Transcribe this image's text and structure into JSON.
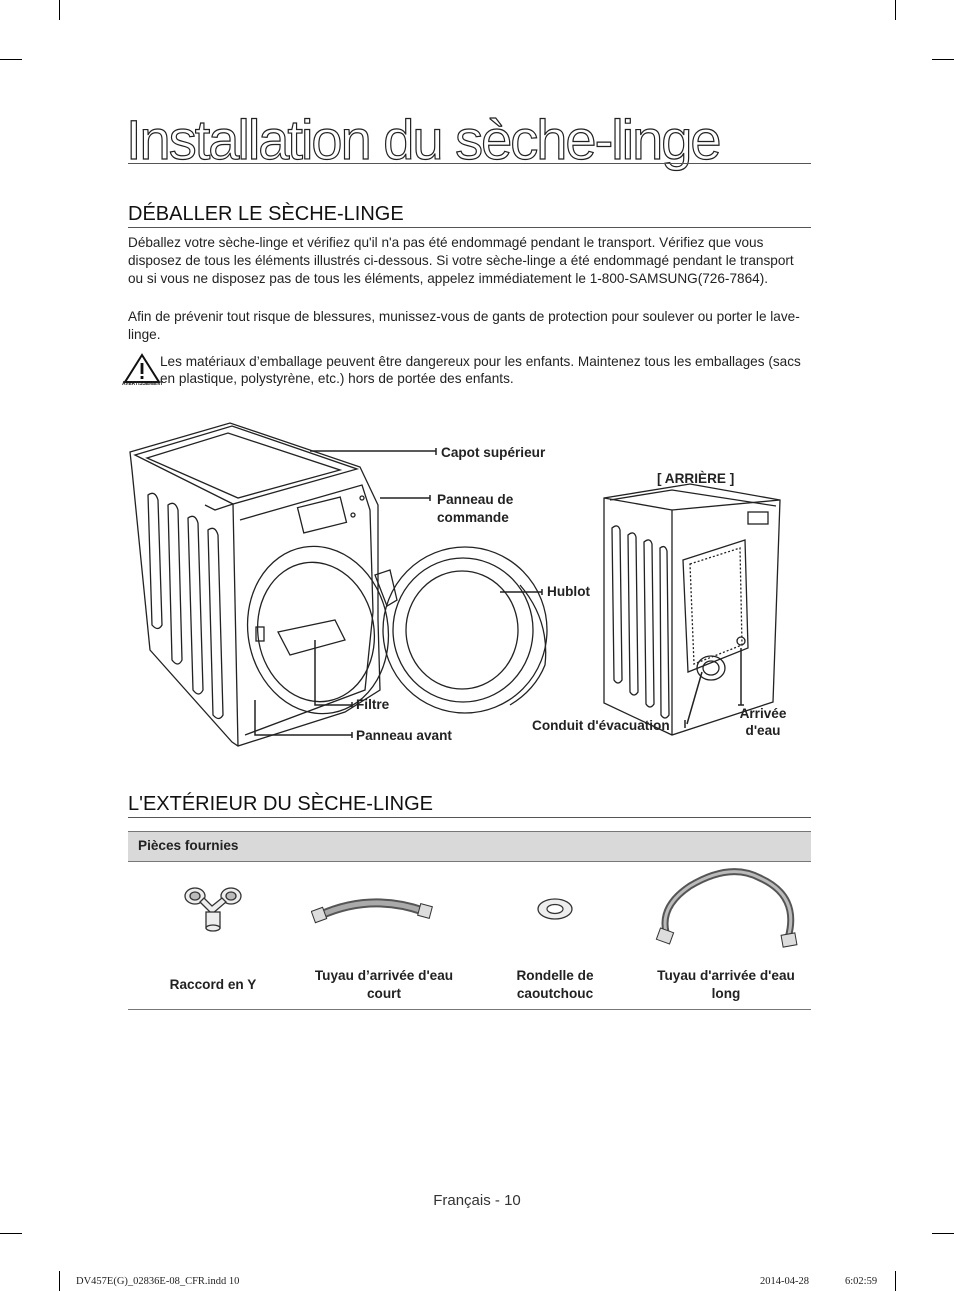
{
  "page": {
    "title": "Installation du sèche-linge",
    "section1": {
      "heading": "DÉBALLER LE SÈCHE-LINGE",
      "p1": "Déballez votre sèche-linge et vérifiez qu'il n'a pas été endommagé pendant le transport. Vérifiez que vous disposez de tous les éléments illustrés ci-dessous. Si votre sèche-linge a été endommagé pendant le transport ou si vous ne disposez pas de tous les éléments, appelez immédiatement le 1-800-SAMSUNG(726-7864).",
      "p2": "Afin de prévenir tout risque de blessures, munissez-vous de gants de protection pour soulever ou porter le lave-linge.",
      "warning_label": "AVERTISSEMENT",
      "warning_text": "Les matériaux d’emballage peuvent être dangereux pour les enfants. Maintenez tous les emballages (sacs en plastique, polystyrène, etc.) hors de portée des enfants."
    },
    "diagram": {
      "capot": "Capot supérieur",
      "panneau_commande_1": "Panneau de",
      "panneau_commande_2": "commande",
      "hublot": "Hublot",
      "filtre": "Filtre",
      "panneau_avant": "Panneau avant",
      "arriere": "[ ARRIÈRE ]",
      "conduit": "Conduit d'évacuation",
      "arrivee_1": "Arrivée",
      "arrivee_2": "d'eau"
    },
    "section2": {
      "heading": "L'EXTÉRIEUR DU SÈCHE-LINGE",
      "table_header": "Pièces fournies",
      "parts": [
        {
          "line1": "Raccord en Y",
          "line2": "",
          "icon": "y-connector-icon"
        },
        {
          "line1": "Tuyau d’arrivée d'eau",
          "line2": "court",
          "icon": "short-hose-icon"
        },
        {
          "line1": "Rondelle de",
          "line2": "caoutchouc",
          "icon": "rubber-washer-icon"
        },
        {
          "line1": "Tuyau d'arrivée d'eau",
          "line2": "long",
          "icon": "long-hose-icon"
        }
      ]
    },
    "footer": "Français - 10",
    "slug": {
      "file": "DV457E(G)_02836E-08_CFR.indd   10",
      "date": "2014-04-28",
      "time": "6:02:59"
    }
  }
}
